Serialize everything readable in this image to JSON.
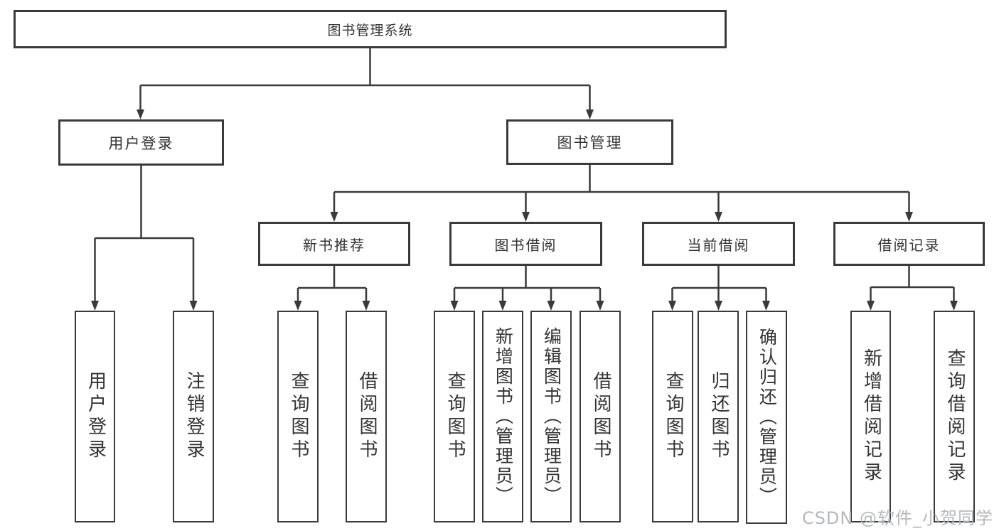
{
  "diagram": {
    "title": "图书管理系统",
    "level2": [
      {
        "label": "用户登录"
      },
      {
        "label": "图书管理"
      }
    ],
    "level3": [
      {
        "label": "新书推荐",
        "parent": "图书管理"
      },
      {
        "label": "图书借阅",
        "parent": "图书管理"
      },
      {
        "label": "当前借阅",
        "parent": "图书管理"
      },
      {
        "label": "借阅记录",
        "parent": "图书管理"
      }
    ],
    "leaves": [
      {
        "label": "用户登录",
        "parent": "用户登录"
      },
      {
        "label": "注销登录",
        "parent": "用户登录"
      },
      {
        "label": "查询图书",
        "parent": "新书推荐"
      },
      {
        "label": "借阅图书",
        "parent": "新书推荐"
      },
      {
        "label": "查询图书",
        "parent": "图书借阅"
      },
      {
        "label": "新增图书（管理员）",
        "parent": "图书借阅"
      },
      {
        "label": "编辑图书（管理员）",
        "parent": "图书借阅"
      },
      {
        "label": "借阅图书",
        "parent": "图书借阅"
      },
      {
        "label": "查询图书",
        "parent": "当前借阅"
      },
      {
        "label": "归还图书",
        "parent": "当前借阅"
      },
      {
        "label": "确认归还（管理员）",
        "parent": "当前借阅"
      },
      {
        "label": "新增借阅记录",
        "parent": "借阅记录"
      },
      {
        "label": "查询借阅记录",
        "parent": "借阅记录"
      }
    ]
  },
  "watermark": "CSDN @软件_小贺同学",
  "colors": {
    "line": "#3a3a3a",
    "box_border": "#3a3a3a",
    "text": "#333333",
    "watermark": "#b5b8bc",
    "background": "#ffffff"
  }
}
